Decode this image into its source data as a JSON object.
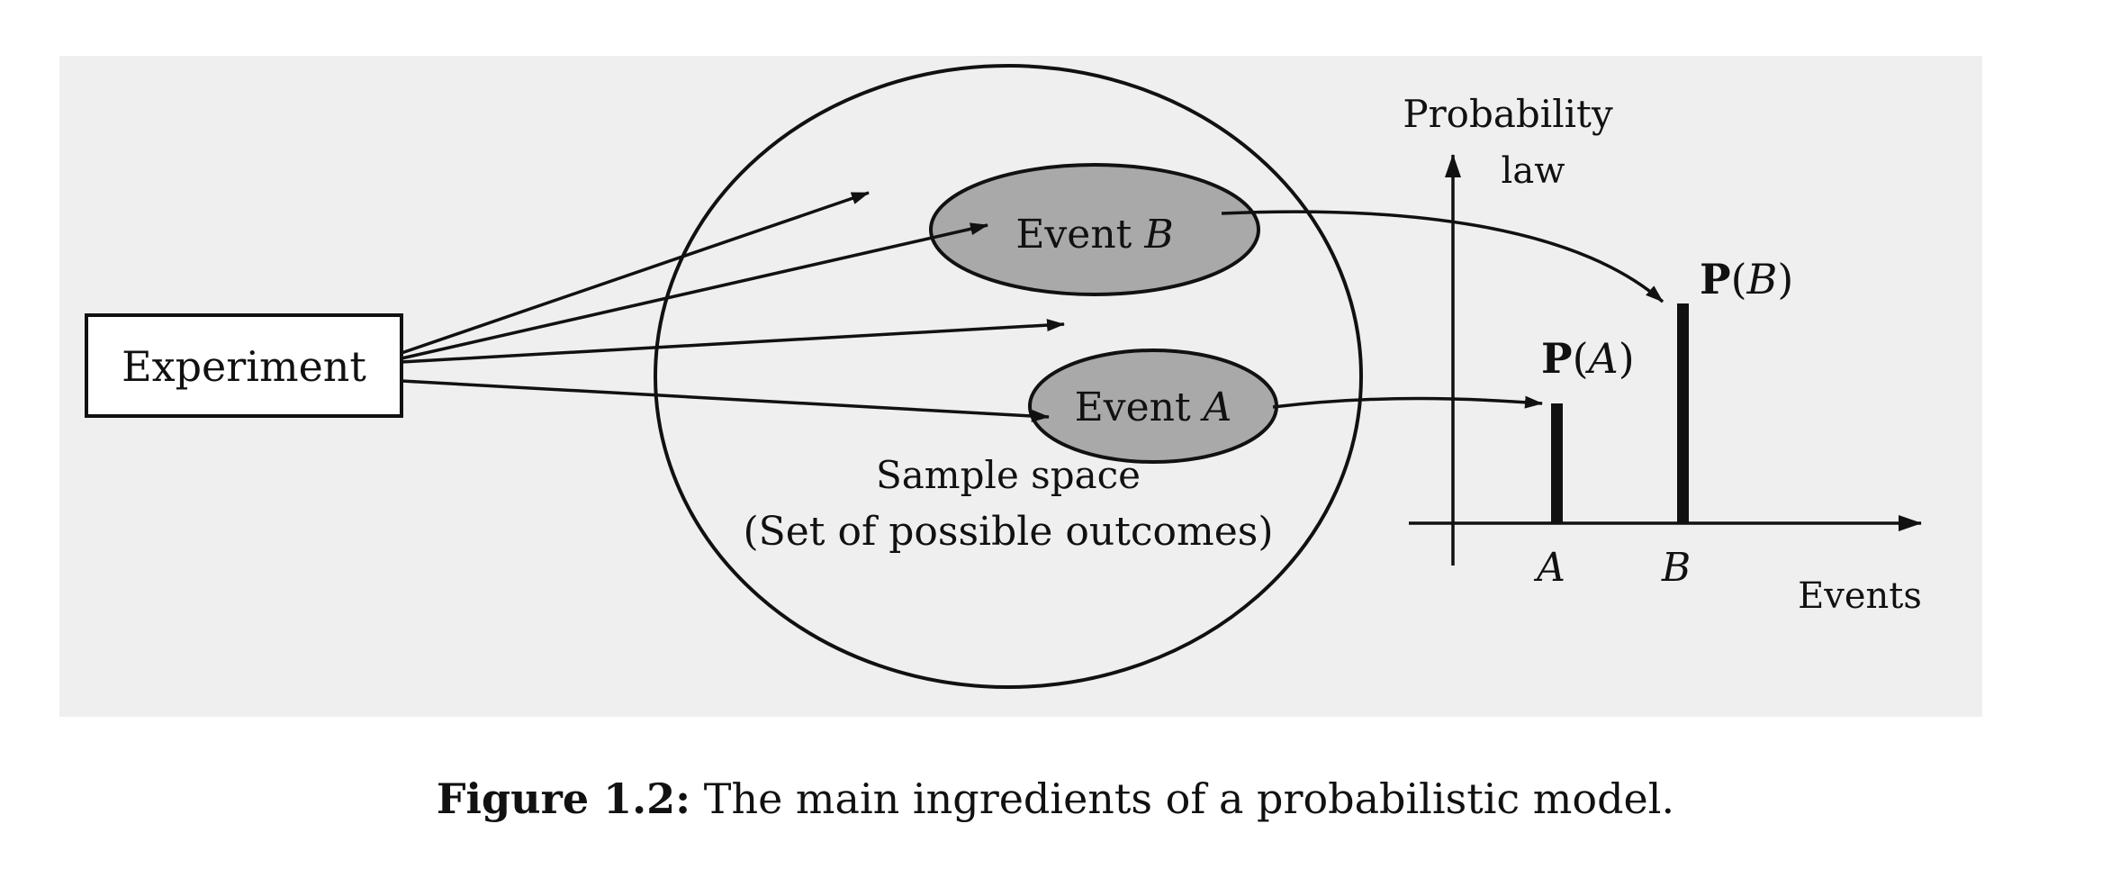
{
  "figure": {
    "experiment": "Experiment",
    "event_b": {
      "prefix": "Event ",
      "var": "B"
    },
    "event_a": {
      "prefix": "Event ",
      "var": "A"
    },
    "sample_space": {
      "line1": "Sample space",
      "line2": "(Set of possible outcomes)"
    },
    "probability_law": {
      "line1": "Probability",
      "line2": "law"
    },
    "pb": {
      "p": "P",
      "open": "(",
      "var": "B",
      "close": ")"
    },
    "pa": {
      "p": "P",
      "open": "(",
      "var": "A",
      "close": ")"
    },
    "tick_a": "A",
    "tick_b": "B",
    "events_label": "Events"
  },
  "caption": {
    "lead": "Figure 1.2:",
    "text": " The main ingredients of a probabilistic model."
  }
}
